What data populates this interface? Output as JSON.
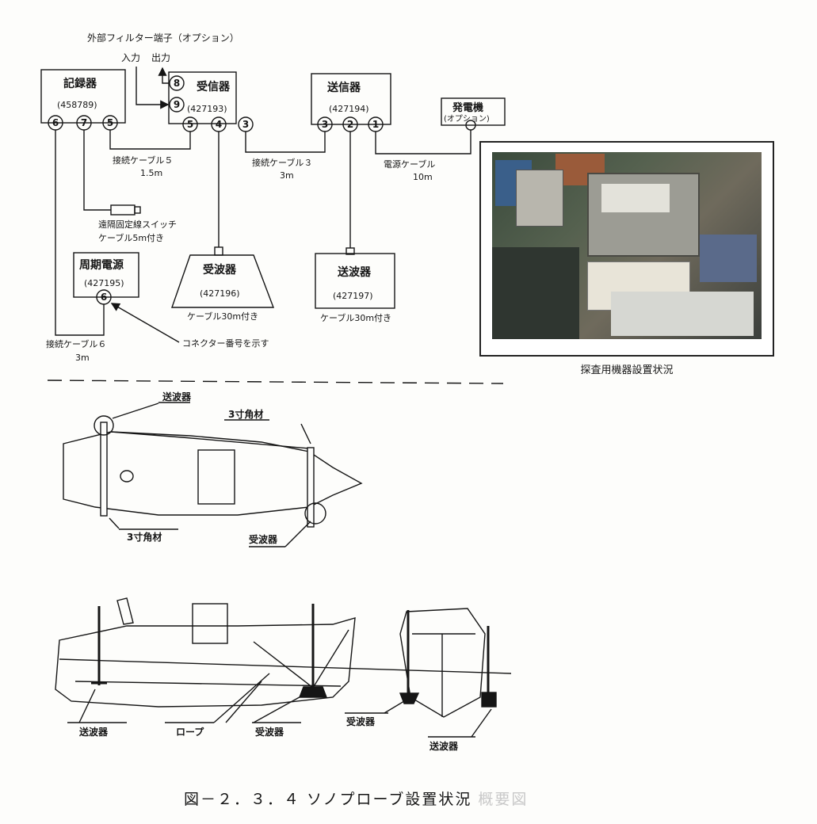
{
  "top": {
    "external_filter": "外部フィルター端子（オプション）",
    "input": "入力",
    "output": "出力",
    "recorder": {
      "name": "記録器",
      "code": "(458789)"
    },
    "receiver": {
      "name": "受信器",
      "code": "(427193)"
    },
    "transmitter": {
      "name": "送信器",
      "code": "(427194)"
    },
    "generator": {
      "name": "発電機",
      "code": "(オプション)"
    },
    "period_power": {
      "name": "周期電源",
      "code": "(427195)"
    },
    "receiving_transducer": {
      "name": "受波器",
      "code": "(427196)",
      "note": "ケーブル30m付き"
    },
    "transmitting_transducer": {
      "name": "送波器",
      "code": "(427197)",
      "note": "ケーブル30m付き"
    },
    "cable5": {
      "name": "接続ケーブル５",
      "len": "1.5m"
    },
    "cable3": {
      "name": "接続ケーブル３",
      "len": "3m"
    },
    "cable6": {
      "name": "接続ケーブル６",
      "len": "3m"
    },
    "power_cable": {
      "name": "電源ケーブル",
      "len": "10m"
    },
    "remote_switch": {
      "line1": "遠隔固定線スイッチ",
      "line2": "ケーブル5m付き"
    },
    "connector_note": "コネクター番号を示す",
    "connectors": {
      "c1": "1",
      "c2": "2",
      "c3": "3",
      "c4": "4",
      "c5": "5",
      "c6": "6",
      "c7": "7",
      "c8": "8",
      "c9": "9"
    }
  },
  "photo": {
    "caption": "探査用機器設置状況"
  },
  "plan": {
    "transmitter": "送波器",
    "receiver": "受波器",
    "timber_top": "3寸角材",
    "timber_bottom": "3寸角材"
  },
  "side": {
    "transmitter_left": "送波器",
    "rope": "ロープ",
    "receiver_left": "受波器",
    "receiver_right": "受波器",
    "transmitter_right": "送波器"
  },
  "figure_title": {
    "main": "図－２．３．４ ソノプローブ設置状況",
    "faded": "概要図"
  }
}
